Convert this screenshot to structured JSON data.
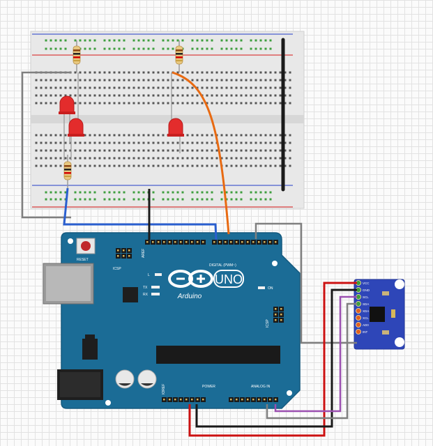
{
  "arduino": {
    "reset_label": "RESET",
    "icsp_label": "ICSP",
    "icsp_side_label": "ICSP",
    "uno_label": "UNO",
    "arduino_label": "Arduino",
    "on_label": "ON",
    "l_label": "L",
    "tx_label": "TX",
    "rx_label": "RX",
    "digital_label": "DIGITAL (PWM~)",
    "power_label": "POWER",
    "analog_label": "ANALOG IN",
    "aref_label": "AREF",
    "ioref_label": "IOREF"
  },
  "sensor": {
    "pins": [
      "VCC",
      "GND",
      "SCL",
      "SDA",
      "XDA",
      "XCL",
      "AD0",
      "INT"
    ]
  },
  "colors": {
    "board_blue": "#1b6c96",
    "board_dark": "#155a7f",
    "sensor_blue": "#2e46b8",
    "wire_red": "#cc1111",
    "wire_black": "#1a1a1a",
    "wire_blue": "#2a5fcf",
    "wire_orange": "#e86a12",
    "wire_grey": "#7f7f7f",
    "wire_purple": "#9b4fb0",
    "led_red": "#e32c2c",
    "breadboard": "#eaeaea",
    "rail_red": "#d94040",
    "rail_blue": "#4a5fcf"
  }
}
